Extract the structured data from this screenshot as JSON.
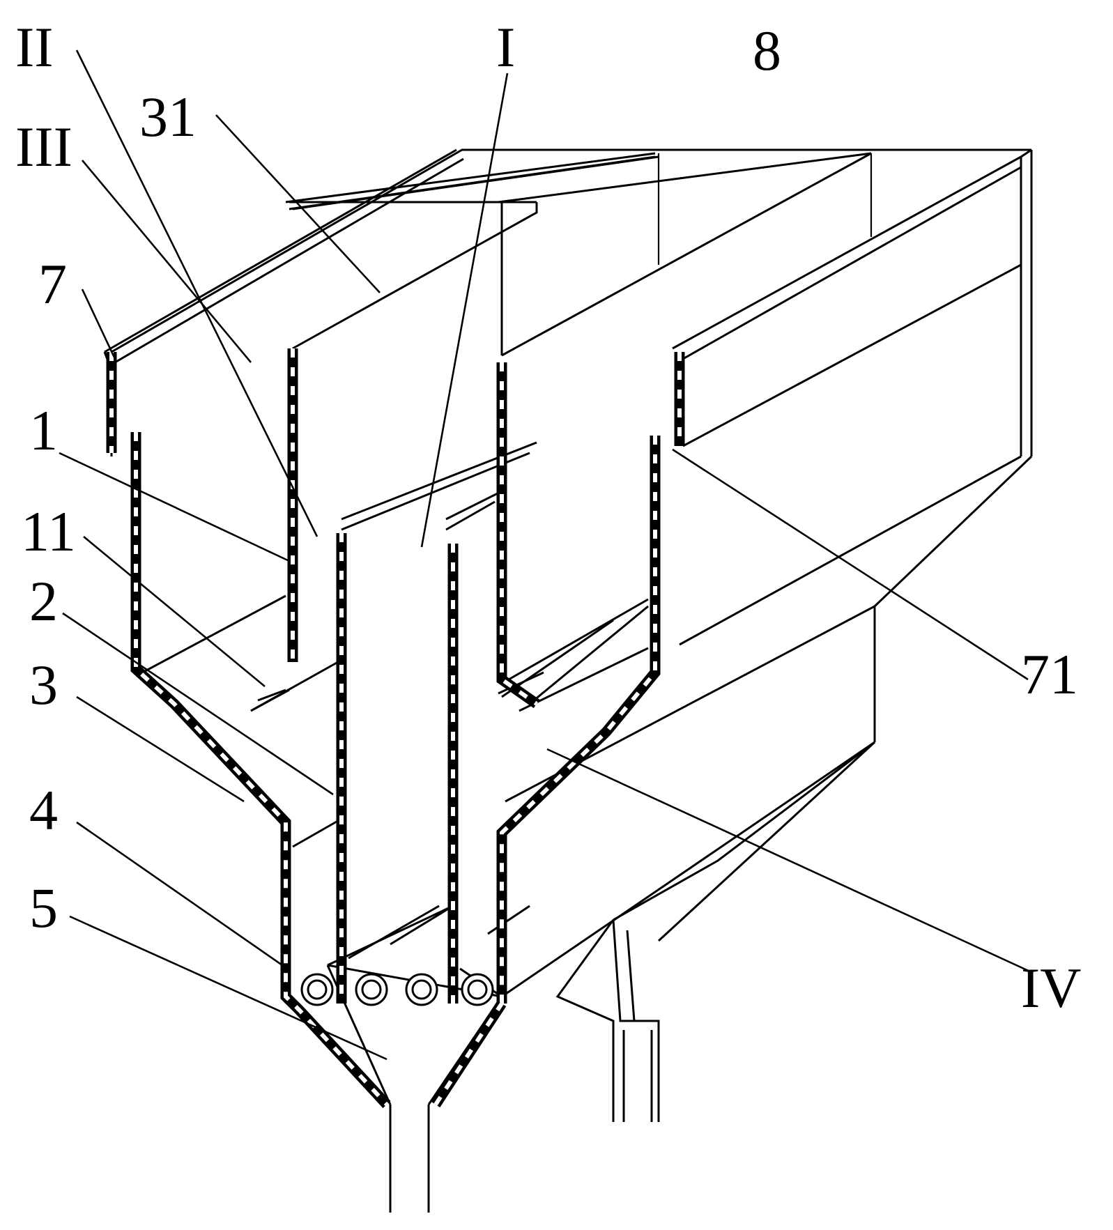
{
  "figure": {
    "labels": {
      "II": "II",
      "I": "I",
      "8": "8",
      "31": "31",
      "III": "III",
      "7": "7",
      "1": "1",
      "11": "11",
      "2": "2",
      "3": "3",
      "4": "4",
      "5": "5",
      "71": "71",
      "IV": "IV"
    },
    "colors": {
      "line": "#000000",
      "background": "#ffffff"
    }
  }
}
